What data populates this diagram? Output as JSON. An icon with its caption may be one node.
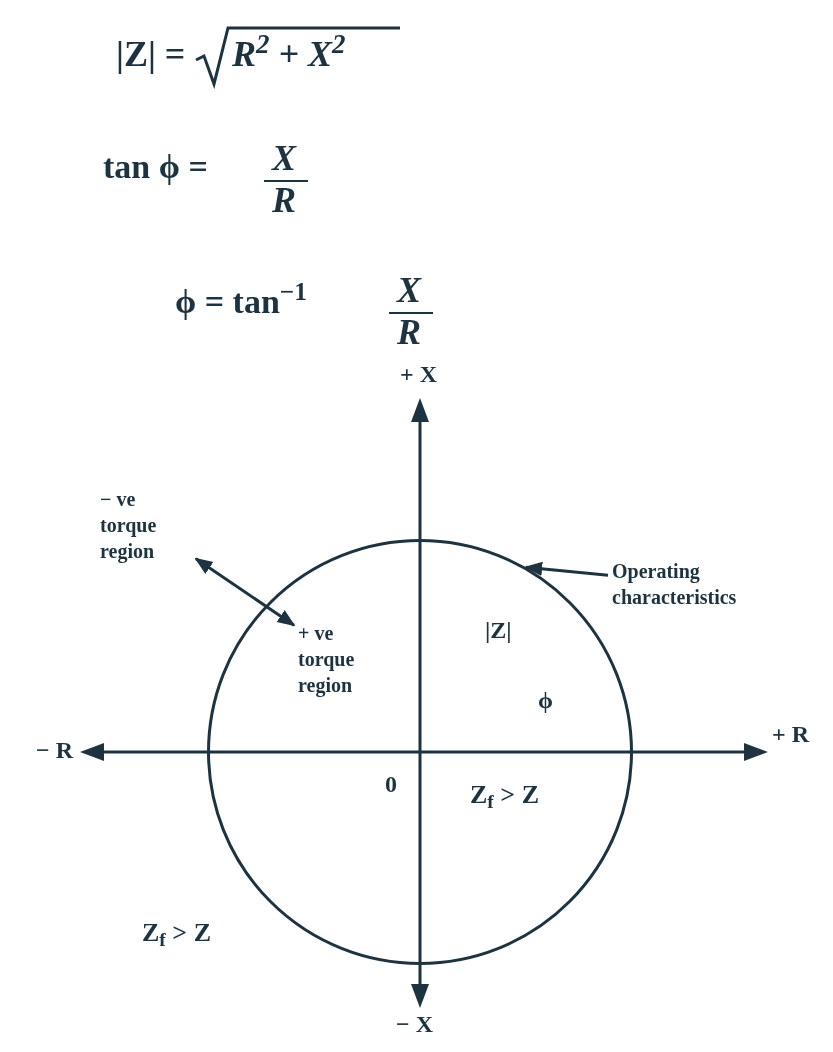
{
  "diagram": {
    "nodes": [
      {
        "text": [
          "− ve torque region"
        ]
      },
      {
        "text": [],
        "shape": "circle"
      },
      {
        "text": [
          "+ ve torque region"
        ],
        "in": 1
      },
      {
        "text": [
          "Operating characteristics"
        ]
      }
    ],
    "edges": [
      {
        "from": 0,
        "to": 2,
        "arrow": "both"
      },
      {
        "from": 3,
        "to": 1,
        "arrow": "to"
      }
    ],
    "labels": [
      "|Z| =",
      "R$^{2}$ + X$^{2}$",
      "tan ϕ =",
      "X",
      "R",
      "ϕ = tan$^{−1}$",
      "X",
      "R",
      "+ X",
      "|Z|",
      "ϕ",
      "+ R",
      "− R",
      "0",
      "Z$_{f}$ > Z",
      "Z$_{f}$ > Z",
      "− X"
    ]
  }
}
